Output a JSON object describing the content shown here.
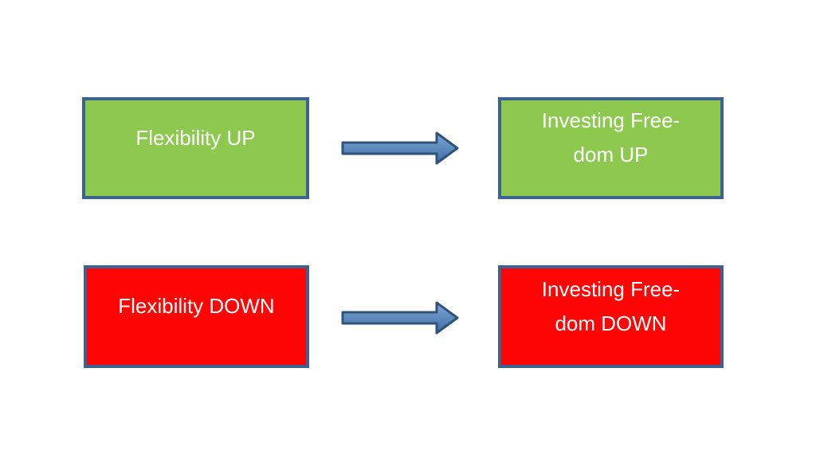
{
  "canvas": {
    "background": "#ffffff"
  },
  "colors": {
    "canvas_bg": "#ffffff",
    "green": "#8dc94f",
    "red": "#fd0505",
    "border": "#3b6291",
    "text": "#ffffff",
    "arrow_fill_top": "#7fa8d4",
    "arrow_fill_bottom": "#3d6da5",
    "arrow_stroke": "#2f5379"
  },
  "boxes": [
    {
      "name": "flexibility-up",
      "color": "green",
      "lines": [
        "Flexibility UP"
      ]
    },
    {
      "name": "investing-freedom-up",
      "color": "green",
      "lines": [
        "Investing Free-",
        "dom UP"
      ]
    },
    {
      "name": "flexibility-down",
      "color": "red",
      "lines": [
        "Flexibility DOWN"
      ]
    },
    {
      "name": "investing-freedom-down",
      "color": "red",
      "lines": [
        "Investing Free-",
        "dom DOWN"
      ]
    }
  ],
  "arrows": [
    {
      "name": "arrow-top",
      "direction": "right"
    },
    {
      "name": "arrow-bottom",
      "direction": "right"
    }
  ]
}
